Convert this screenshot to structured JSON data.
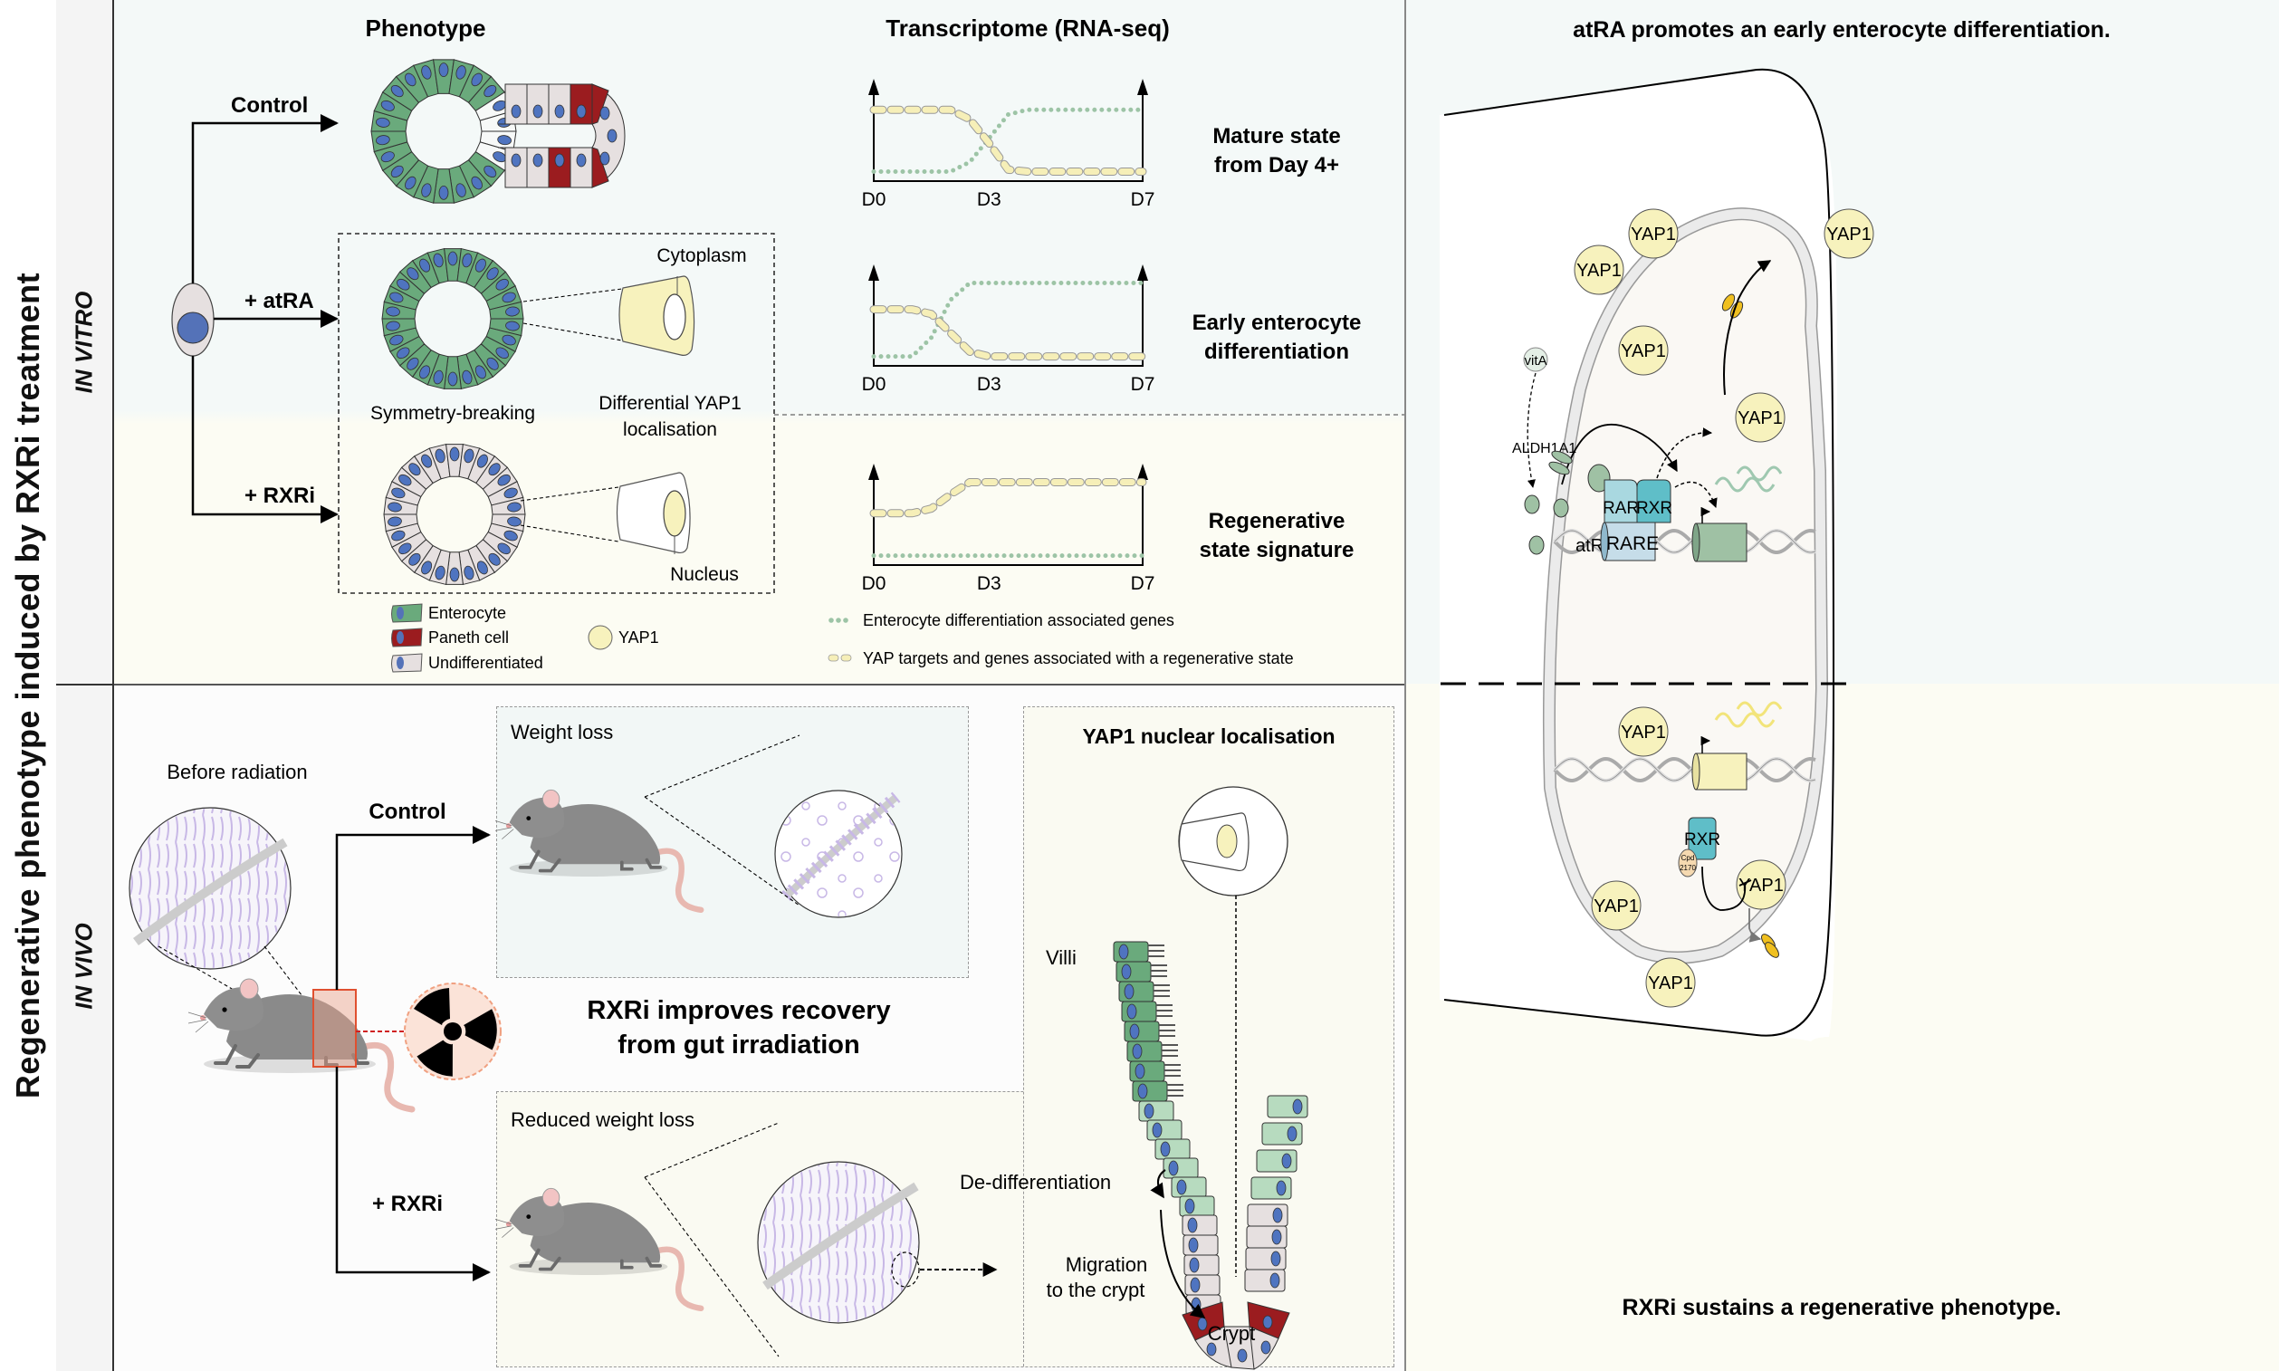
{
  "side_labels": {
    "main_title": "Regenerative phenotype induced by RXRi treatment",
    "in_vitro": "IN VITRO",
    "in_vivo": "IN VIVO"
  },
  "in_vitro": {
    "phenotype_header": "Phenotype",
    "transcriptome_header": "Transcriptome (RNA-seq)",
    "branches": [
      {
        "label": "Control",
        "state_line1": "Mature state",
        "state_line2": "from Day 4+"
      },
      {
        "label": "+ atRA",
        "state_line1": "Early enterocyte",
        "state_line2": "differentiation"
      },
      {
        "label": "+ RXRi",
        "state_line1": "Regenerative",
        "state_line2": "state signature"
      }
    ],
    "cytoplasm_label": "Cytoplasm",
    "nucleus_label": "Nucleus",
    "symmetry_label": "Symmetry-breaking",
    "diff_yap_line1": "Differential YAP1",
    "diff_yap_line2": "localisation",
    "cell_legend": [
      {
        "label": "Enterocyte",
        "color": "#6aaa7c"
      },
      {
        "label": "Paneth cell",
        "color": "#9b1c1f"
      },
      {
        "label": "Undifferentiated",
        "color": "#e6e0e0"
      }
    ],
    "yap_legend": "YAP1",
    "line_legend": [
      {
        "label": "Enterocyte differentiation associated genes",
        "style": "dotted",
        "color": "#9dc4a6"
      },
      {
        "label": "YAP targets and genes associated with a regenerative state",
        "style": "dashed",
        "color": "#f6efb8"
      }
    ]
  },
  "chart_data": [
    {
      "type": "line",
      "title": "Mature state from Day 4+",
      "xticks": [
        "D0",
        "D3",
        "D7"
      ],
      "x": [
        0,
        1,
        2,
        2.5,
        3,
        3.5,
        4,
        5,
        6,
        7
      ],
      "series": [
        {
          "name": "Enterocyte differentiation associated genes",
          "values": [
            0.1,
            0.1,
            0.1,
            0.2,
            0.45,
            0.7,
            0.75,
            0.75,
            0.75,
            0.75
          ]
        },
        {
          "name": "YAP targets and genes associated with a regenerative state",
          "values": [
            0.75,
            0.75,
            0.75,
            0.65,
            0.4,
            0.12,
            0.1,
            0.1,
            0.1,
            0.1
          ]
        }
      ],
      "ylim": [
        0,
        1
      ]
    },
    {
      "type": "line",
      "title": "Early enterocyte differentiation",
      "xticks": [
        "D0",
        "D3",
        "D7"
      ],
      "x": [
        0,
        1,
        1.5,
        2,
        2.5,
        3,
        4,
        5,
        6,
        7
      ],
      "series": [
        {
          "name": "Enterocyte differentiation associated genes",
          "values": [
            0.1,
            0.1,
            0.3,
            0.7,
            0.88,
            0.88,
            0.88,
            0.88,
            0.88,
            0.88
          ]
        },
        {
          "name": "YAP targets and genes associated with a regenerative state",
          "values": [
            0.6,
            0.6,
            0.55,
            0.35,
            0.15,
            0.1,
            0.1,
            0.1,
            0.1,
            0.1
          ]
        }
      ],
      "ylim": [
        0,
        1
      ]
    },
    {
      "type": "line",
      "title": "Regenerative state signature",
      "xticks": [
        "D0",
        "D3",
        "D7"
      ],
      "x": [
        0,
        1,
        1.5,
        2,
        2.5,
        3,
        4,
        5,
        6,
        7
      ],
      "series": [
        {
          "name": "Enterocyte differentiation associated genes",
          "values": [
            0.1,
            0.1,
            0.1,
            0.1,
            0.1,
            0.1,
            0.1,
            0.1,
            0.1,
            0.1
          ]
        },
        {
          "name": "YAP targets and genes associated with a regenerative state",
          "values": [
            0.55,
            0.55,
            0.6,
            0.75,
            0.88,
            0.88,
            0.88,
            0.88,
            0.88,
            0.88
          ]
        }
      ],
      "ylim": [
        0,
        1
      ]
    }
  ],
  "in_vivo": {
    "before_radiation": "Before radiation",
    "control_label": "Control",
    "rxri_label": "+ RXRi",
    "weight_loss": "Weight loss",
    "reduced_weight_loss": "Reduced weight loss",
    "center_line1": "RXRi improves recovery",
    "center_line2": "from gut irradiation",
    "yap_panel_title": "YAP1 nuclear localisation",
    "villi": "Villi",
    "dedifferentiation": "De-differentiation",
    "migration_line1": "Migration",
    "migration_line2": "to the crypt",
    "crypt": "Crypt"
  },
  "mechanism": {
    "top_title": "atRA promotes an early enterocyte differentiation.",
    "bottom_title": "RXRi sustains a regenerative phenotype.",
    "yap1": "YAP1",
    "vita": "vitA",
    "aldh": "ALDH1A1",
    "atra": "atRA",
    "rar": "RAR",
    "rxr": "RXR",
    "rare": "RARE",
    "cpd_line1": "Cpd",
    "cpd_line2": "2170"
  },
  "colors": {
    "enterocyte": "#6aaa7c",
    "enterocyte_light": "#b7dbbf",
    "paneth": "#9b1c1f",
    "undiff": "#e6e0e0",
    "nucleus": "#4f74c0",
    "yap": "#f7f2bd",
    "rar": "#a9d8e0",
    "rxr": "#5fbec8",
    "rare": "#c6dde9",
    "gene": "#9fc1a4"
  }
}
